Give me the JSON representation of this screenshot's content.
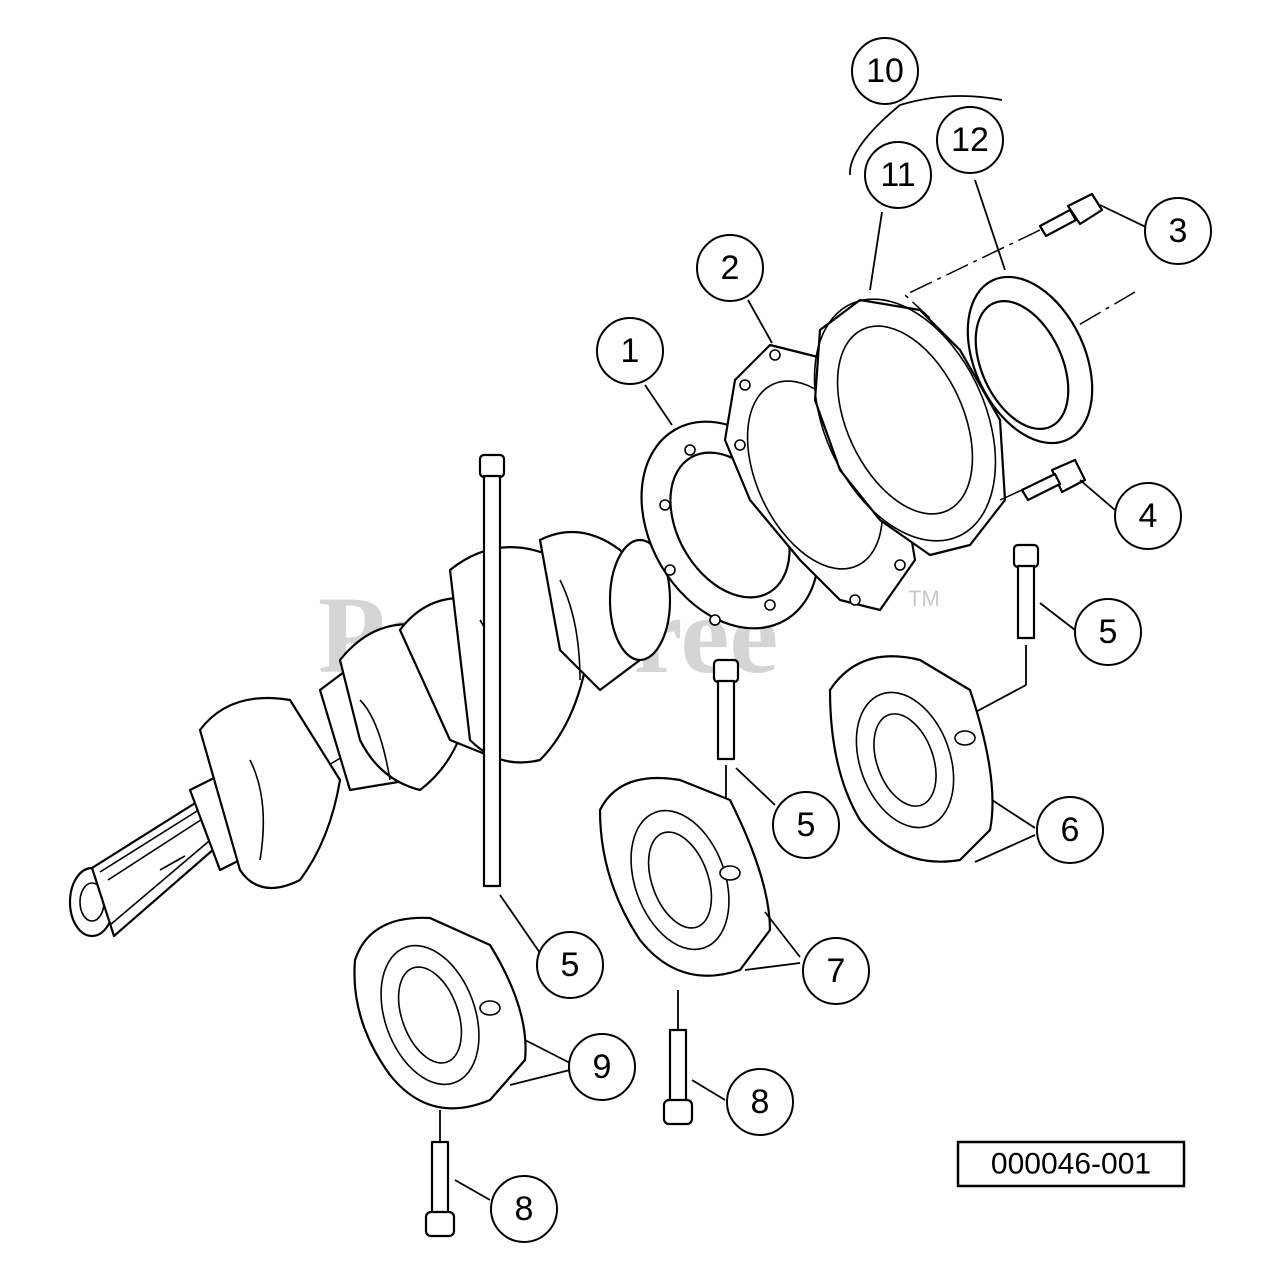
{
  "watermark": {
    "text": "PartsTree",
    "tm": "TM"
  },
  "figure_number": "000046-001",
  "callouts": [
    {
      "id": "c1",
      "label": "1"
    },
    {
      "id": "c2",
      "label": "2"
    },
    {
      "id": "c3",
      "label": "3"
    },
    {
      "id": "c4",
      "label": "4"
    },
    {
      "id": "c5a",
      "label": "5"
    },
    {
      "id": "c5b",
      "label": "5"
    },
    {
      "id": "c5c",
      "label": "5"
    },
    {
      "id": "c6",
      "label": "6"
    },
    {
      "id": "c7",
      "label": "7"
    },
    {
      "id": "c8a",
      "label": "8"
    },
    {
      "id": "c8b",
      "label": "8"
    },
    {
      "id": "c9",
      "label": "9"
    },
    {
      "id": "c10",
      "label": "10"
    },
    {
      "id": "c11",
      "label": "11"
    },
    {
      "id": "c12",
      "label": "12"
    }
  ]
}
